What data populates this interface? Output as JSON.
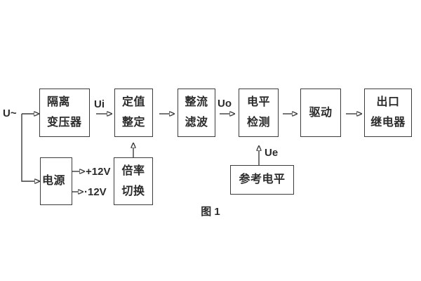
{
  "figure": {
    "caption": "图 1",
    "colors": {
      "background": "#ffffff",
      "line": "#3c3c3c",
      "text": "#2b2b2b"
    }
  },
  "labels": {
    "input": "U~",
    "ui": "Ui",
    "uo": "Uo",
    "ue": "Ue",
    "plus_12v": "+12V",
    "minus_12v": "·12V"
  },
  "blocks": {
    "isolation_transformer": {
      "lines": [
        "隔离",
        "变压器"
      ]
    },
    "value_setting": {
      "lines": [
        "定值",
        "整定"
      ]
    },
    "rectifier_filter": {
      "lines": [
        "整流",
        "滤波"
      ]
    },
    "level_detector": {
      "lines": [
        "电平",
        "检测"
      ]
    },
    "driver": {
      "lines": [
        "驱动"
      ]
    },
    "output_relay": {
      "lines": [
        "出口",
        "继电器"
      ]
    },
    "power_supply": {
      "lines": [
        "电源"
      ]
    },
    "ratio_switch": {
      "lines": [
        "倍率",
        "切换"
      ]
    },
    "reference_level": {
      "lines": [
        "参考电平"
      ]
    }
  }
}
